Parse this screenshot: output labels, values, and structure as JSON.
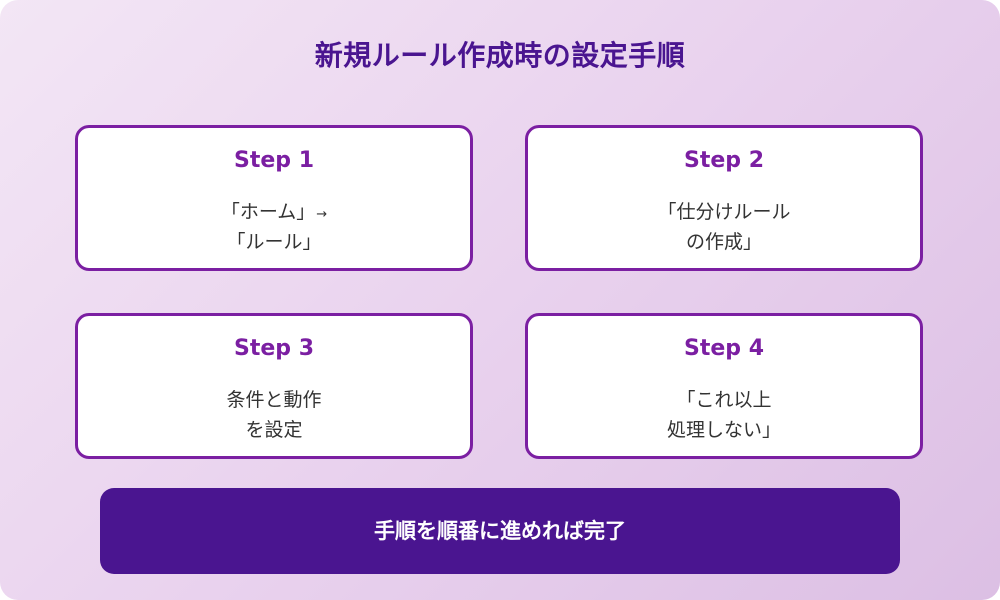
{
  "title": "新規ルール作成時の設定手順",
  "steps": [
    {
      "label": "Step 1",
      "line1": "「ホーム」",
      "arrow": "→",
      "line2": "「ルール」"
    },
    {
      "label": "Step 2",
      "line1": "「仕分けルール",
      "line2": "の作成」"
    },
    {
      "label": "Step 3",
      "line1": "条件と動作",
      "line2": "を設定"
    },
    {
      "label": "Step 4",
      "line1": "「これ以上",
      "line2": "処理しない」"
    }
  ],
  "banner": "手順を順番に進めれば完了",
  "colors": {
    "accent": "#7b1fa2",
    "title": "#4a1590",
    "banner_bg": "#4a1590",
    "background": "#e9d2ee"
  }
}
